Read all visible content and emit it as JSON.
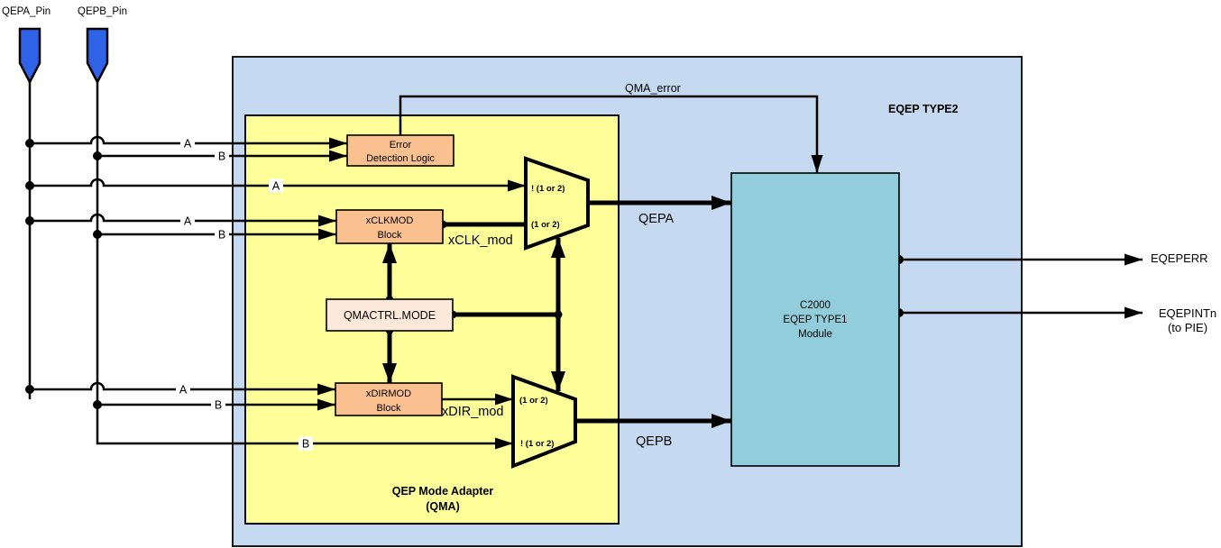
{
  "colors": {
    "pin_blue": "#2E63E8",
    "outer_box_fill": "#C5D9F1",
    "qma_fill": "#FFFF99",
    "block_orange": "#FAC090",
    "block_cream": "#FDE9D9",
    "module_teal": "#92CDDC"
  },
  "pins": {
    "qepa": "QEPA_Pin",
    "qepb": "QEPB_Pin"
  },
  "boxes": {
    "eqep_type2": "EQEP TYPE2",
    "qma_line1": "QEP Mode Adapter",
    "qma_line2": "(QMA)"
  },
  "blocks": {
    "error_detection_line1": "Error",
    "error_detection_line2": "Detection Logic",
    "xclkmod_line1": "xCLKMOD",
    "xclkmod_line2": "Block",
    "qmactrl": "QMACTRL.MODE",
    "xdirmod_line1": "xDIRMOD",
    "xdirmod_line2": "Block",
    "c2000_line1": "C2000",
    "c2000_line2": "EQEP TYPE1",
    "c2000_line3": "Module"
  },
  "mux1": {
    "in_top": "! (1 or 2)",
    "in_bottom": "(1 or 2)"
  },
  "mux2": {
    "in_top": "(1 or 2)",
    "in_bottom": "! (1 or 2)"
  },
  "signals": {
    "qma_error": "QMA_error",
    "xclk_mod": "xCLK_mod",
    "xdir_mod": "xDIR_mod",
    "qepa": "QEPA",
    "qepb": "QEPB",
    "eqeperr": "EQEPERR",
    "eqepint_line1": "EQEPINTn",
    "eqepint_line2": "(to PIE)"
  },
  "wire_labels": {
    "err_a": "A",
    "err_b": "B",
    "mux1_a": "A",
    "clk_a": "A",
    "clk_b": "B",
    "dir_a": "A",
    "dir_b": "B",
    "mux2_b": "B"
  }
}
